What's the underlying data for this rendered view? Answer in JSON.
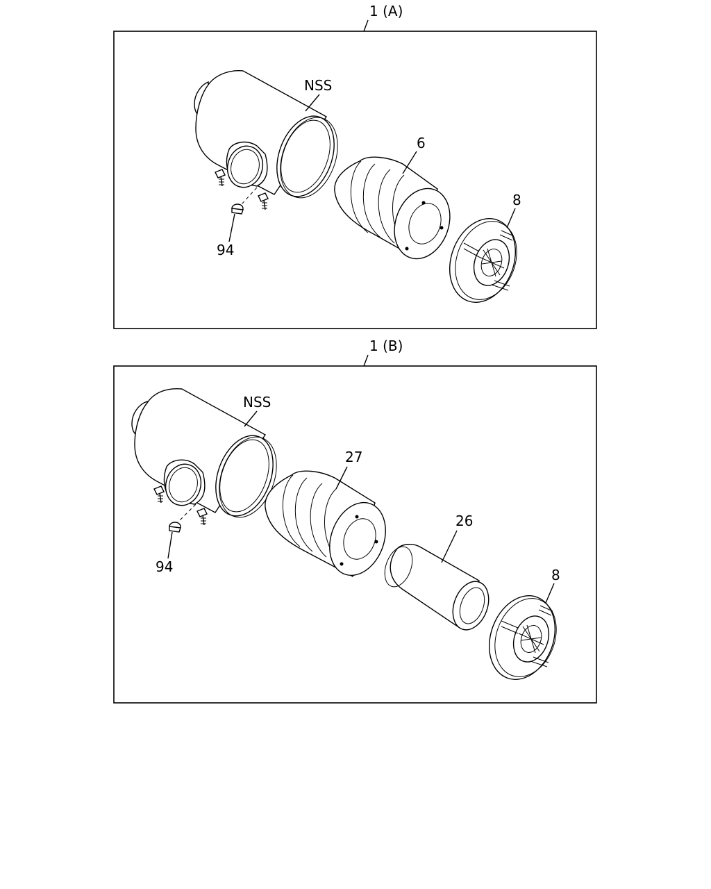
{
  "panel_a": {
    "title": "1 (A)",
    "labels": {
      "housing": "NSS",
      "filter": "6",
      "cover": "8",
      "clamp": "94"
    }
  },
  "panel_b": {
    "title": "1 (B)",
    "labels": {
      "housing": "NSS",
      "outer_filter": "27",
      "inner_filter": "26",
      "cover": "8",
      "clamp": "94"
    }
  }
}
